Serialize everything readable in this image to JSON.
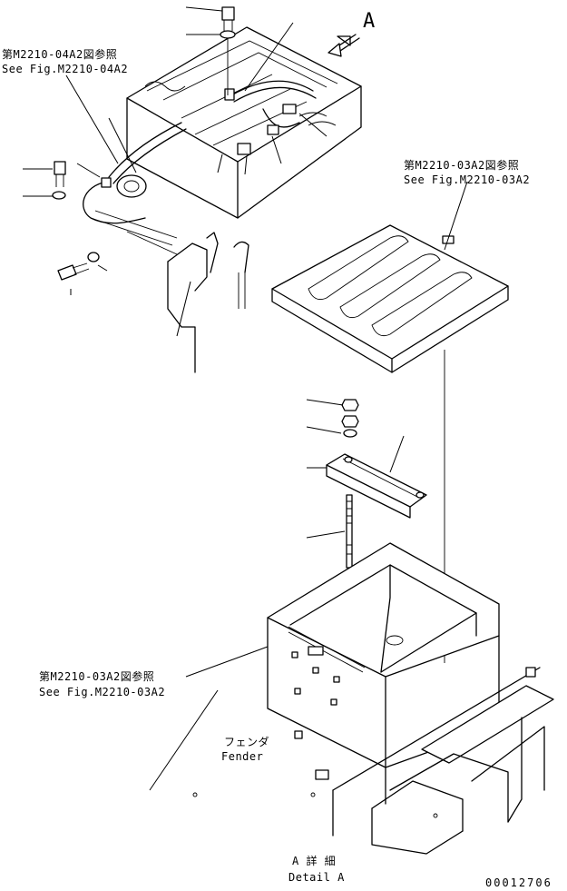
{
  "refs": {
    "ref_m2210_04a2_jp": "第M2210-04A2図参照",
    "ref_m2210_04a2_en": "See Fig.M2210-04A2",
    "ref_m2210_03a2_top_jp": "第M2210-03A2図参照",
    "ref_m2210_03a2_top_en": "See Fig.M2210-03A2",
    "ref_m2210_03a2_mid_jp": "第M2210-03A2図参照",
    "ref_m2210_03a2_mid_en": "See Fig.M2210-03A2"
  },
  "view_label": "A",
  "fender_jp": "フェンダ",
  "fender_en": "Fender",
  "detail_jp": "A 詳 細",
  "detail_en": "Detail A",
  "drawing_number": "00012706"
}
